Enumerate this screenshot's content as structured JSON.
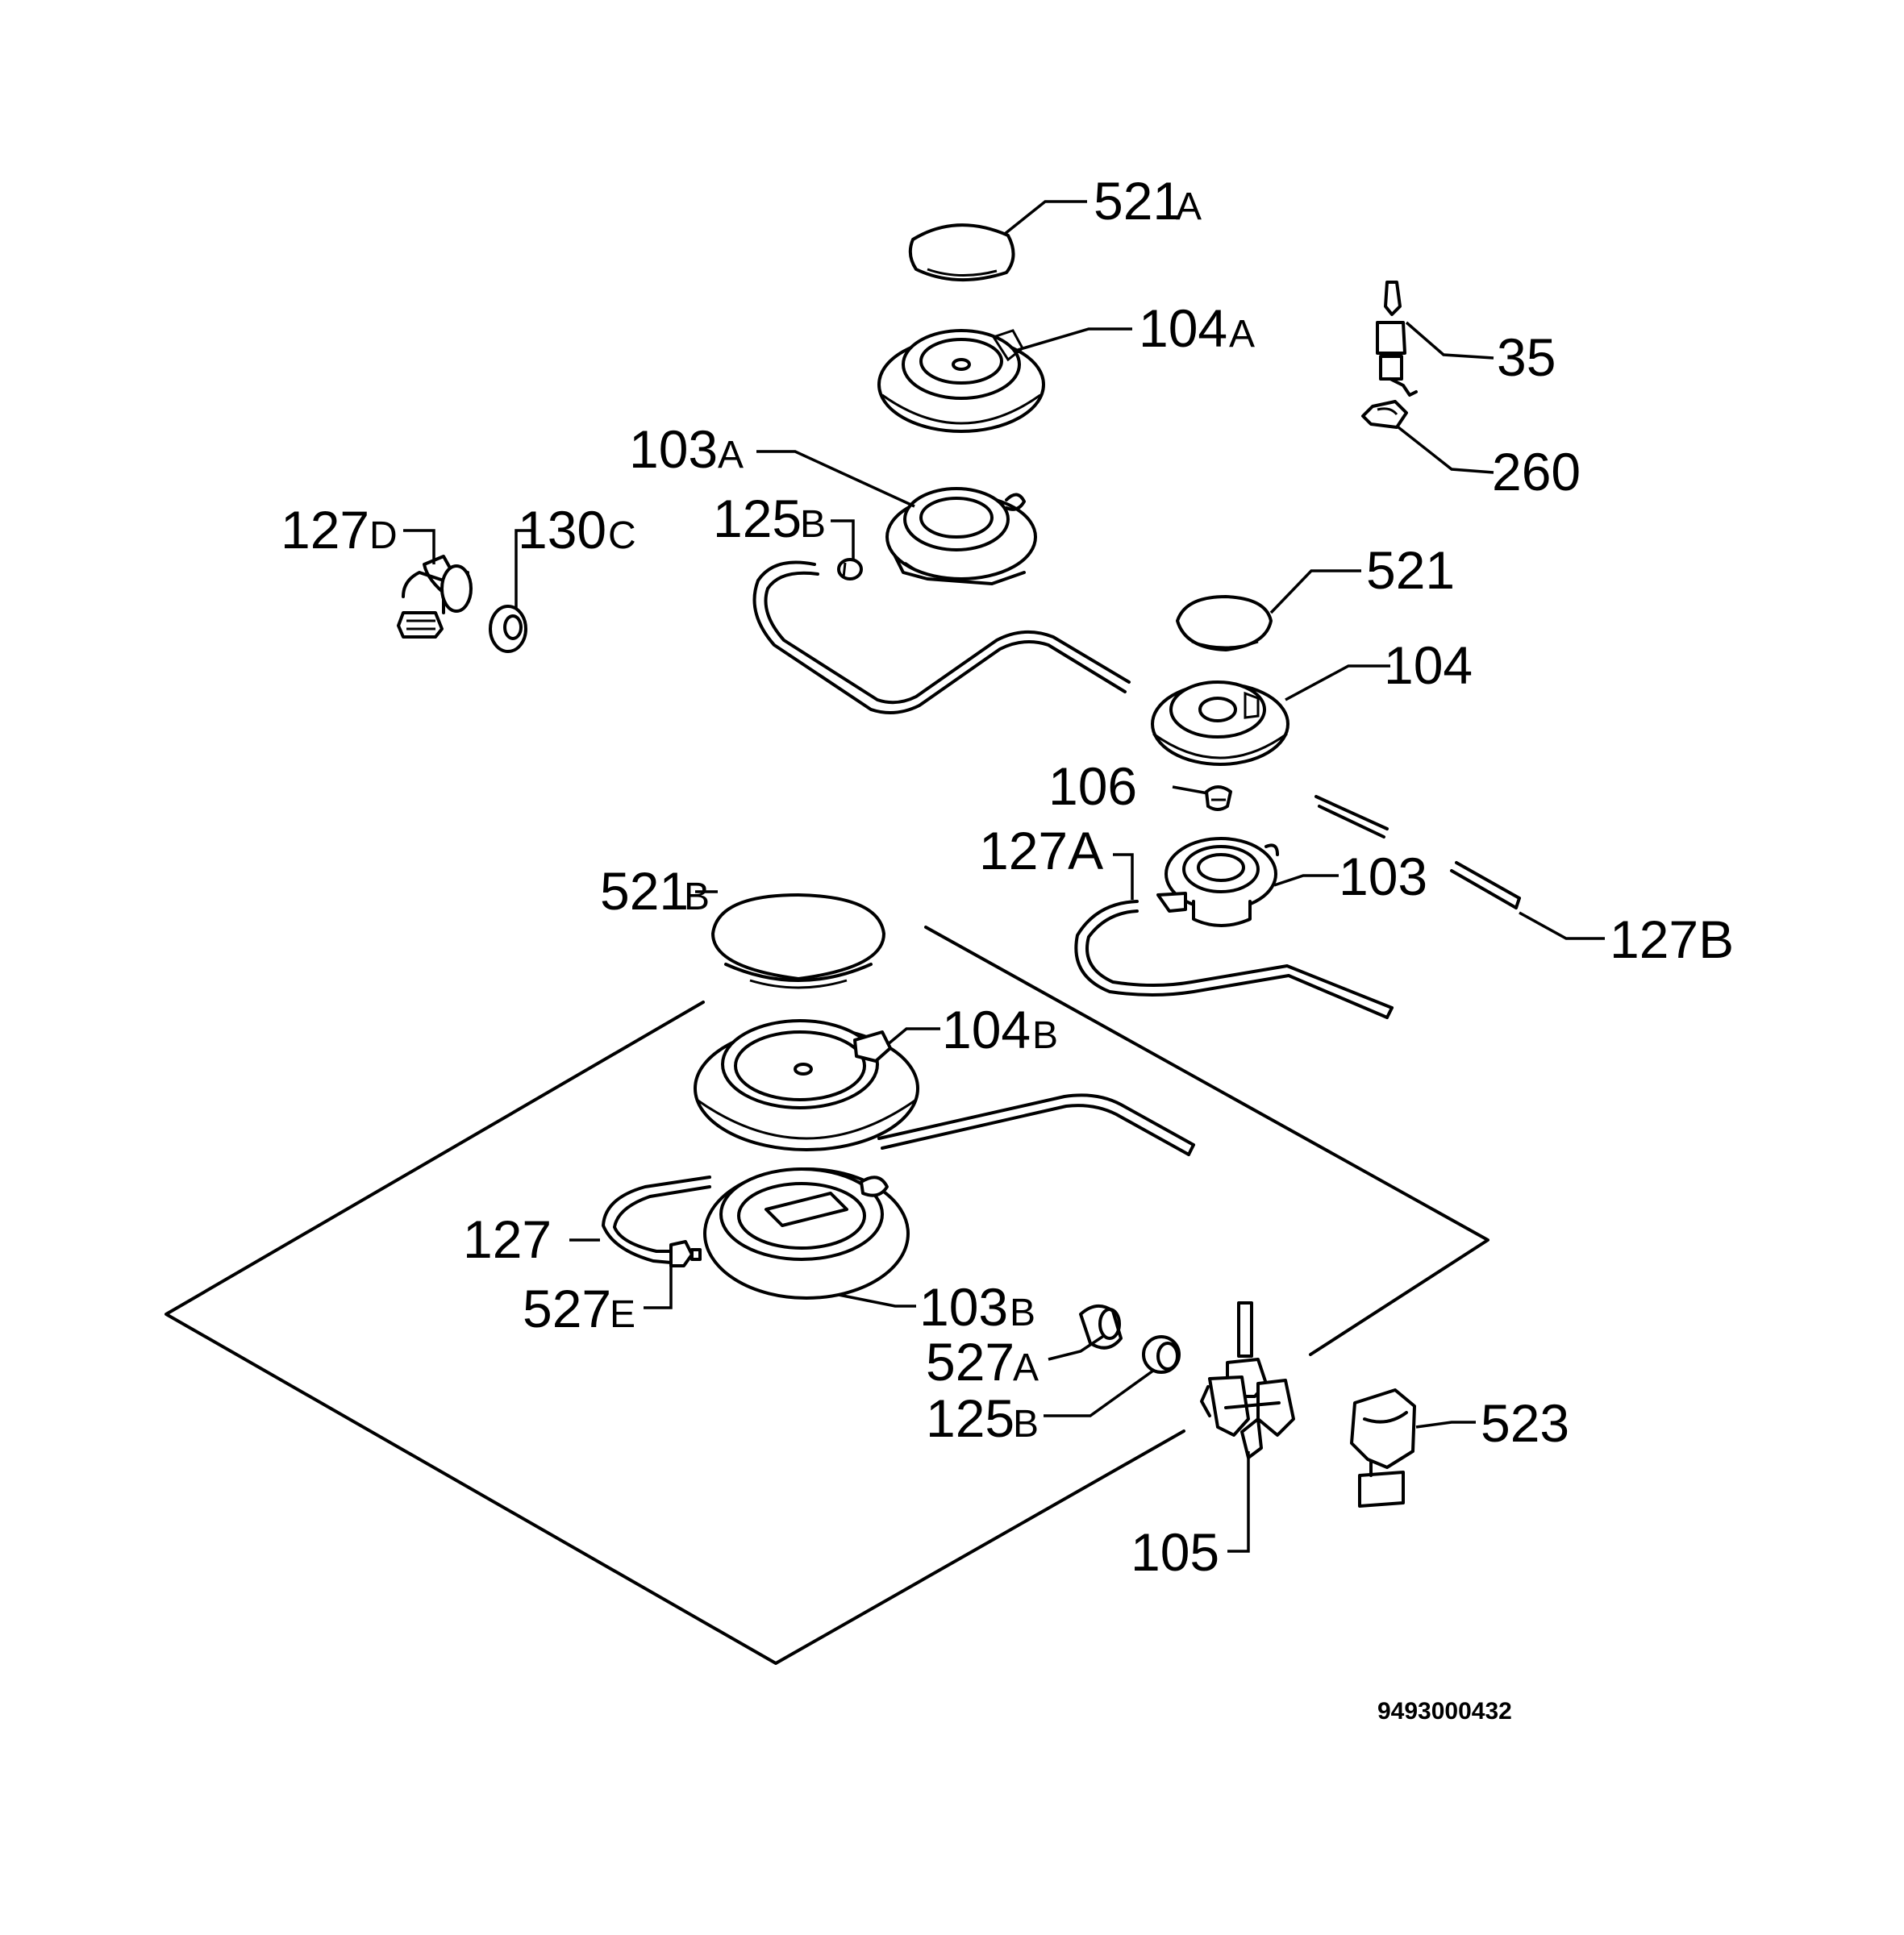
{
  "labels": {
    "l521A": {
      "num": "521",
      "suffix": "A"
    },
    "l104A": {
      "num": "104",
      "suffix": "A"
    },
    "l35": {
      "num": "35",
      "suffix": ""
    },
    "l260": {
      "num": "260",
      "suffix": ""
    },
    "l103A": {
      "num": "103",
      "suffix": "A"
    },
    "l127D": {
      "num": "127",
      "suffix": "D"
    },
    "l130C": {
      "num": "130",
      "suffix": "C"
    },
    "l125B_top": {
      "num": "125",
      "suffix": "B"
    },
    "l521": {
      "num": "521",
      "suffix": ""
    },
    "l104": {
      "num": "104",
      "suffix": ""
    },
    "l106": {
      "num": "106",
      "suffix": ""
    },
    "l127A": {
      "num": "127A",
      "suffix": ""
    },
    "l103": {
      "num": "103",
      "suffix": ""
    },
    "l127B": {
      "num": "127B",
      "suffix": ""
    },
    "l521B": {
      "num": "521",
      "suffix": "B"
    },
    "l104B": {
      "num": "104",
      "suffix": "B"
    },
    "l127": {
      "num": "127",
      "suffix": ""
    },
    "l527E": {
      "num": "527",
      "suffix": "E"
    },
    "l103B": {
      "num": "103",
      "suffix": "B"
    },
    "l527A": {
      "num": "527",
      "suffix": "A"
    },
    "l125B_bot": {
      "num": "125",
      "suffix": "B"
    },
    "l523": {
      "num": "523",
      "suffix": ""
    },
    "l105": {
      "num": "105",
      "suffix": ""
    }
  },
  "document_id": "9493000432"
}
